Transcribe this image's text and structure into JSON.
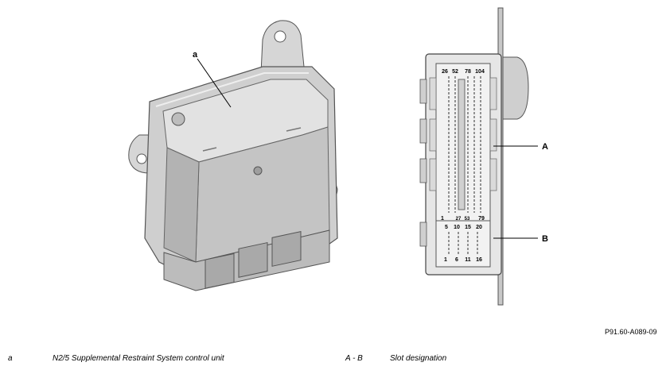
{
  "figure": {
    "callouts": {
      "a": "a",
      "A": "A",
      "B": "B"
    },
    "pin_labels": {
      "top_row": [
        "26",
        "52",
        "78",
        "104"
      ],
      "mid_row": [
        "1",
        "27",
        "53",
        "79"
      ],
      "lower_row": [
        "5",
        "10",
        "15",
        "20"
      ],
      "bottom_row": [
        "1",
        "6",
        "11",
        "16"
      ]
    }
  },
  "reference_code": "P91.60-A089-09",
  "legend": [
    {
      "key": "a",
      "text": "N2/5 Supplemental Restraint System control unit"
    },
    {
      "key": "A - B",
      "text": "Slot designation"
    }
  ]
}
